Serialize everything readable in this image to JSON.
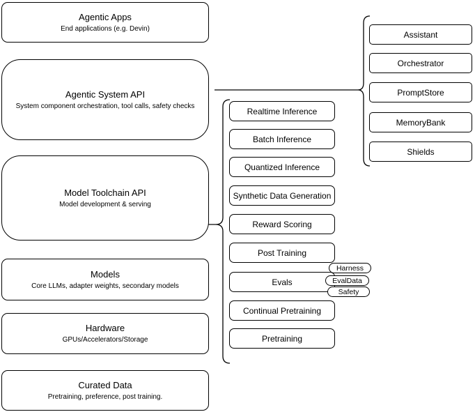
{
  "left_column": {
    "boxes": [
      {
        "title": "Agentic Apps",
        "subtitle": "End applications (e.g. Devin)"
      },
      {
        "title": "Agentic System API",
        "subtitle": "System component orchestration, tool calls, safety checks"
      },
      {
        "title": "Model Toolchain API",
        "subtitle": "Model development & serving"
      },
      {
        "title": "Models",
        "subtitle": "Core LLMs, adapter weights, secondary models"
      },
      {
        "title": "Hardware",
        "subtitle": "GPUs/Accelerators/Storage"
      },
      {
        "title": "Curated Data",
        "subtitle": "Pretraining, preference, post training."
      }
    ]
  },
  "toolchain_services": [
    "Realtime Inference",
    "Batch Inference",
    "Quantized Inference",
    "Synthetic Data Generation",
    "Reward Scoring",
    "Post Training",
    "Evals",
    "Continual Pretraining",
    "Pretraining"
  ],
  "eval_tags": [
    "Harness",
    "EvalData",
    "Safety"
  ],
  "system_components": [
    "Assistant",
    "Orchestrator",
    "PromptStore",
    "MemoryBank",
    "Shields"
  ],
  "colors": {
    "stroke": "#000000",
    "background": "#ffffff"
  }
}
